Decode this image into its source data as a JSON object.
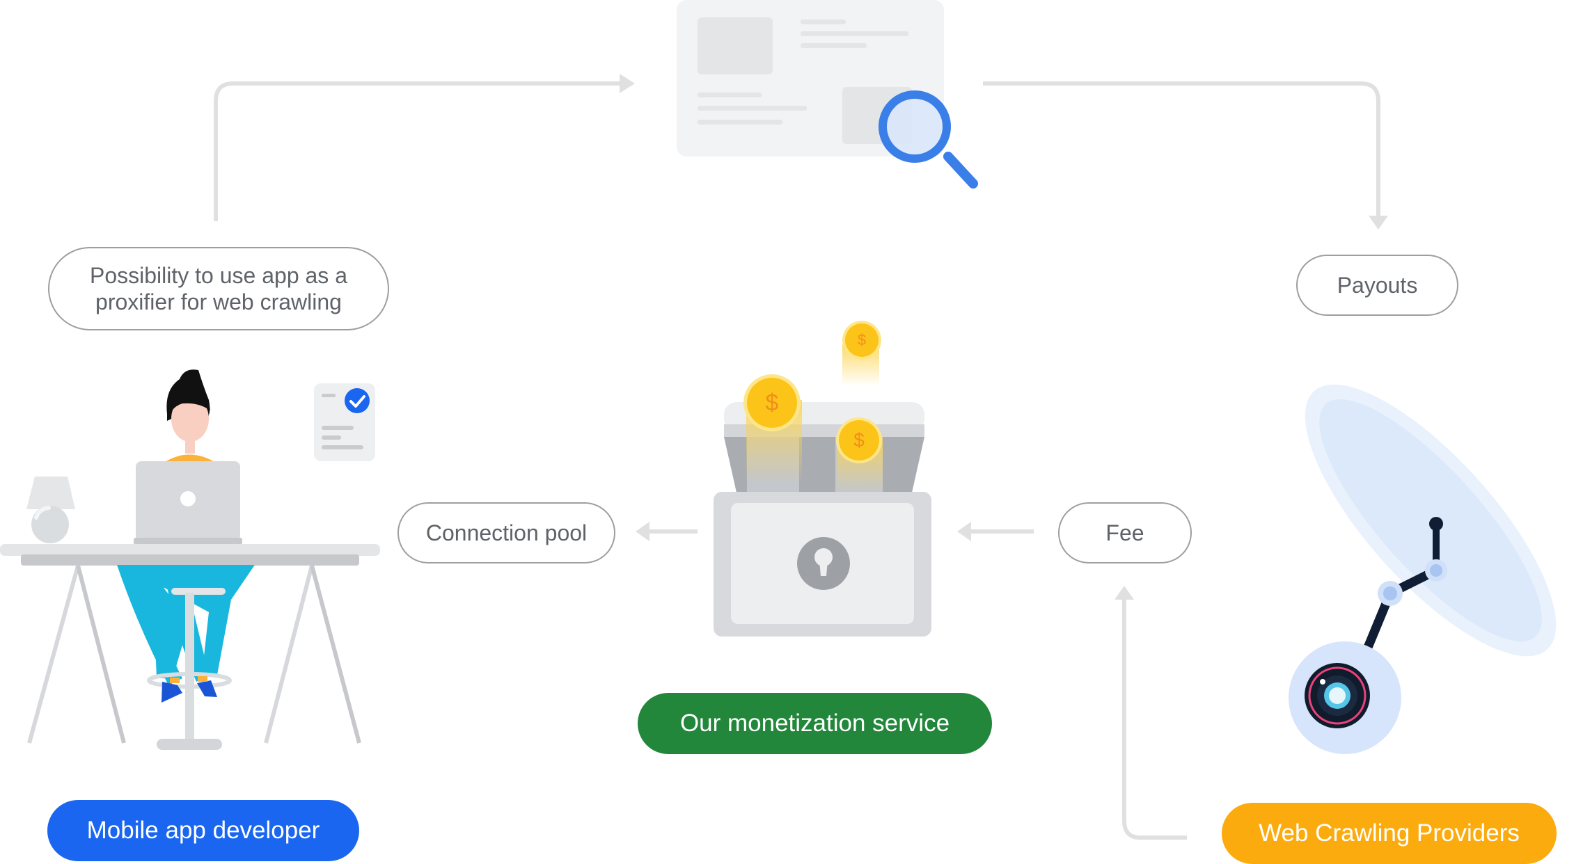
{
  "labels": {
    "proxifier": "Possibility to use app as a proxifier for web crawling",
    "payouts": "Payouts",
    "connection_pool": "Connection pool",
    "fee": "Fee",
    "monetization_service": "Our monetization service",
    "mobile_app_developer": "Mobile app developer",
    "web_crawling_providers": "Web Crawling Providers"
  },
  "icons": {
    "currency": "$",
    "checklist_check": "check-icon"
  },
  "colors": {
    "developer_label": "#1a66f0",
    "monetization_label": "#22873b",
    "providers_label": "#fbab0d",
    "magnifier": "#3a7ee8",
    "coin": "#fcc419",
    "arrow": "#e0e0e0"
  }
}
